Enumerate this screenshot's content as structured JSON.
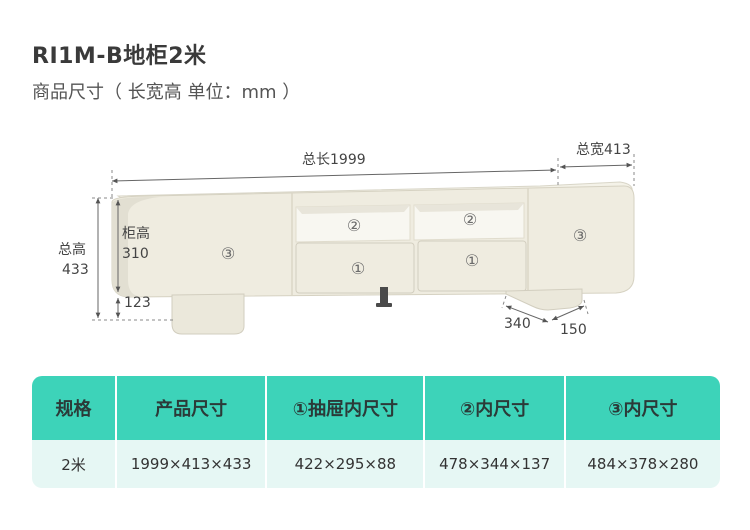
{
  "header": {
    "title": "RI1M-B地柜2米",
    "subtitle": "商品尺寸（ 长宽高 单位：mm ）"
  },
  "diagram": {
    "total_length": "总长1999",
    "total_width": "总宽413",
    "total_height_label": "总高",
    "total_height_value": "433",
    "cabinet_height_label": "柜高",
    "cabinet_height_value": "310",
    "leg_height": "123",
    "leg_length": "340",
    "leg_width": "150",
    "marker_drawer": "①",
    "marker_open": "②",
    "marker_side": "③",
    "colors": {
      "body": "#efece0",
      "body_shadow": "#dedbce",
      "cavity": "#f7f6ee",
      "line": "#555555"
    }
  },
  "table": {
    "headers": [
      "规格",
      "产品尺寸",
      "①抽屉内尺寸",
      "②内尺寸",
      "③内尺寸"
    ],
    "rows": [
      [
        "2米",
        "1999×413×433",
        "422×295×88",
        "478×344×137",
        "484×378×280"
      ]
    ],
    "colors": {
      "header_bg": "#3dd3b9",
      "row_bg": "#e6f7f4"
    }
  }
}
